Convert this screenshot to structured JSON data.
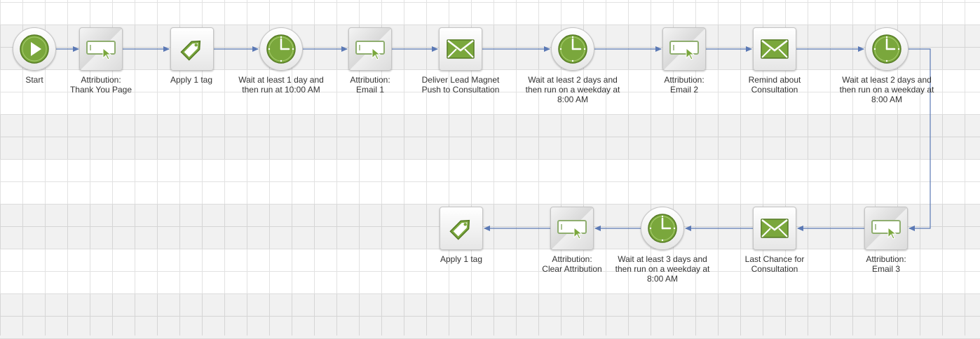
{
  "colors": {
    "accent_green": "#7aa73c",
    "connector_blue": "#5b79b5",
    "grid_line": "#e2e2e2",
    "band_gray": "#efefef"
  },
  "nodes": [
    {
      "id": "start",
      "icon": "play-icon",
      "label": "Start"
    },
    {
      "id": "attr-thank-you",
      "icon": "attribution-icon",
      "label": "Attribution:\nThank You Page"
    },
    {
      "id": "apply-tag-1",
      "icon": "tag-icon",
      "label": "Apply 1 tag"
    },
    {
      "id": "wait-1",
      "icon": "clock-icon",
      "label": "Wait at least 1 day and\nthen run at 10:00 AM"
    },
    {
      "id": "attr-email-1",
      "icon": "attribution-icon",
      "label": "Attribution:\nEmail 1"
    },
    {
      "id": "deliver-lead-magnet",
      "icon": "email-icon",
      "label": "Deliver Lead Magnet\nPush to Consultation"
    },
    {
      "id": "wait-2",
      "icon": "clock-icon",
      "label": "Wait at least 2 days and\nthen run on a weekday at\n8:00 AM"
    },
    {
      "id": "attr-email-2",
      "icon": "attribution-icon",
      "label": "Attribution:\nEmail 2"
    },
    {
      "id": "remind-consultation",
      "icon": "email-icon",
      "label": "Remind about\nConsultation"
    },
    {
      "id": "wait-3",
      "icon": "clock-icon",
      "label": "Wait at least 2 days and\nthen run on a weekday at\n8:00 AM"
    },
    {
      "id": "attr-email-3",
      "icon": "attribution-icon",
      "label": "Attribution:\nEmail 3"
    },
    {
      "id": "last-chance",
      "icon": "email-icon",
      "label": "Last Chance for\nConsultation"
    },
    {
      "id": "wait-4",
      "icon": "clock-icon",
      "label": "Wait at least 3 days and\nthen run on a weekday at\n8:00 AM"
    },
    {
      "id": "attr-clear",
      "icon": "attribution-icon",
      "label": "Attribution:\nClear Attribution"
    },
    {
      "id": "apply-tag-2",
      "icon": "tag-icon",
      "label": "Apply 1 tag"
    }
  ]
}
